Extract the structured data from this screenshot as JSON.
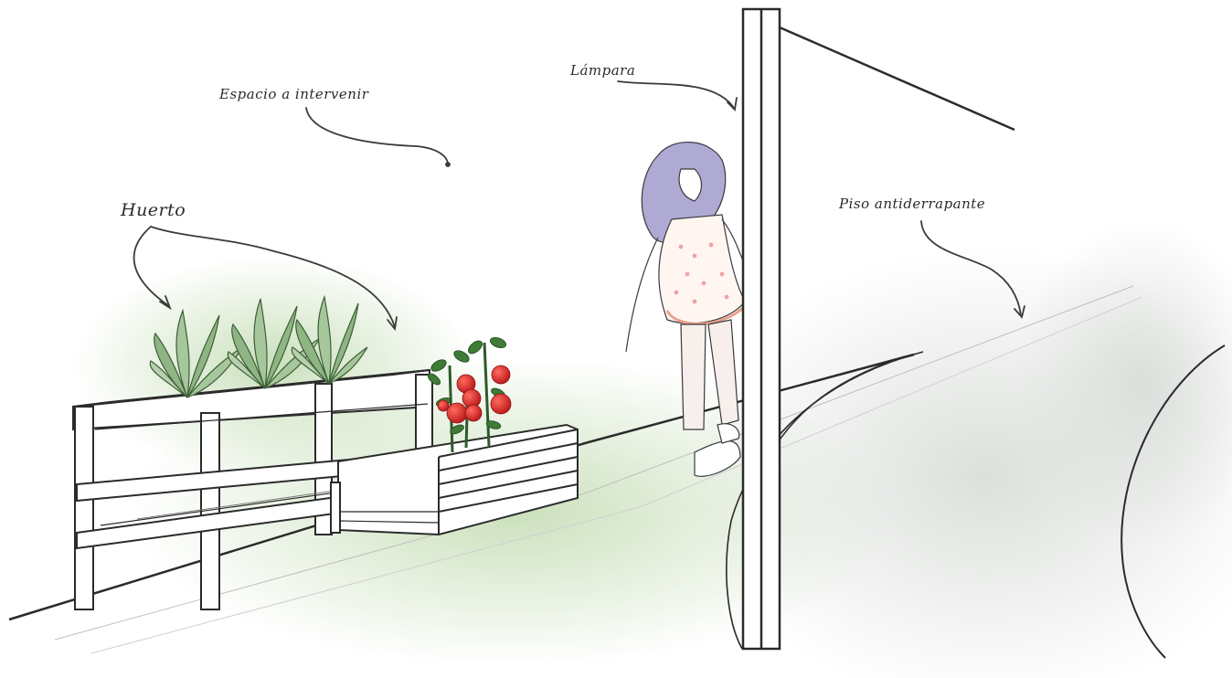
{
  "labels": {
    "espacio": "Espacio a intervenir",
    "huerto": "Huerto",
    "lampara": "Lámpara",
    "piso": "Piso antiderrapante"
  },
  "colors": {
    "ink": "#2b2b2b",
    "hair": "#9b98c6",
    "tomato": "#d42a2a",
    "leaf": "#7fa87a",
    "stem": "#3f6e3a",
    "ground_tint": "#c9d9b8",
    "pavement": "#e3e6e3"
  },
  "icons": [
    "arrow-icon",
    "tomato-plant-icon",
    "agave-plant-icon",
    "girl-figure-icon",
    "lamp-post-icon"
  ]
}
